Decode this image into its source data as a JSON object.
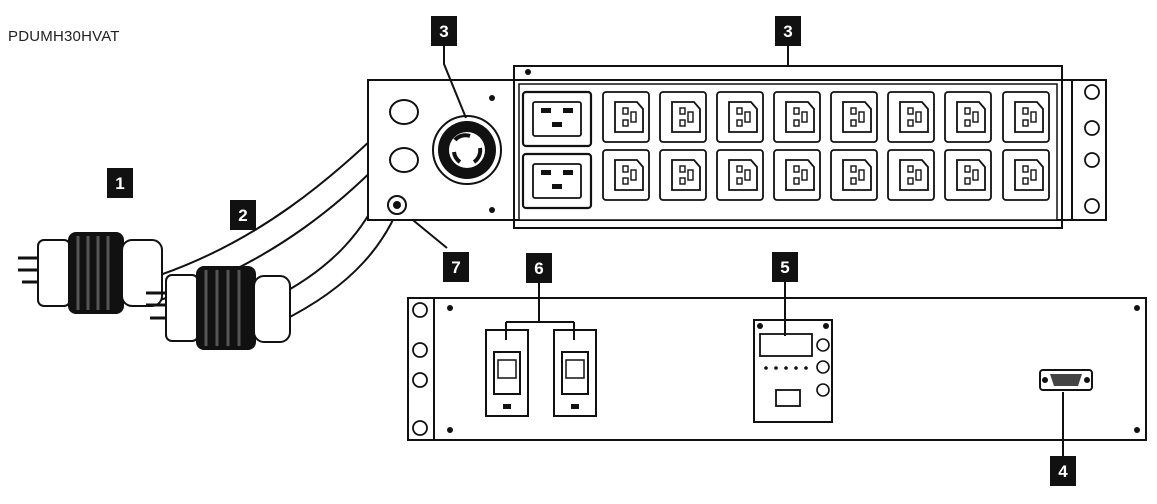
{
  "model": "PDUMH30HVAT",
  "callouts": {
    "plug_1": "1",
    "plug_2": "2",
    "l6_outlet": "3",
    "c13_c19_outlets": "3",
    "serial_port": "4",
    "network_card": "5",
    "breakers": "6",
    "ground": "7"
  },
  "icons": {
    "plug": "twist-lock-plug-icon",
    "c13": "c13-outlet-icon",
    "c19": "c19-outlet-icon",
    "breaker": "circuit-breaker-icon",
    "db9": "db9-port-icon"
  },
  "colors": {
    "line": "#111111",
    "badge": "#111111",
    "panel": "#ffffff"
  }
}
